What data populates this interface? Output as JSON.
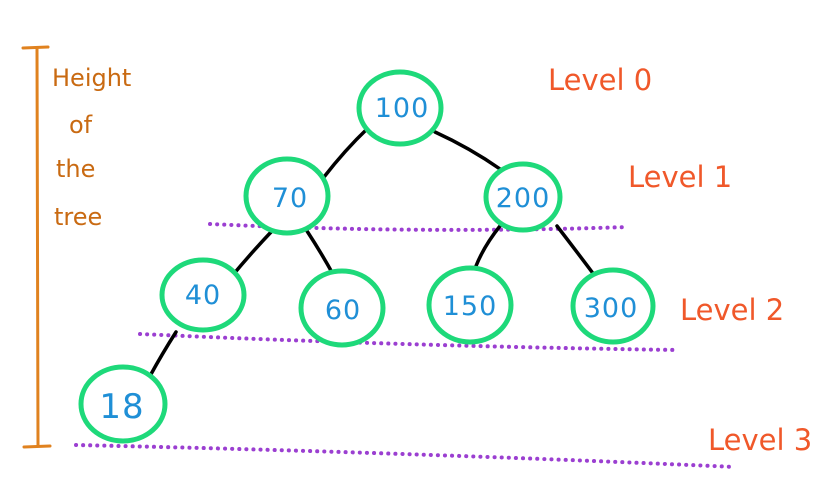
{
  "colors": {
    "node_stroke": "#1ed97a",
    "node_text": "#1f8fd6",
    "edge": "#000000",
    "level_text": "#f0582a",
    "height_text": "#c96a12",
    "height_bar": "#e0821f",
    "dotted_line": "#9b3fd1"
  },
  "height_label": {
    "lines": [
      "Height",
      "of",
      "the",
      "tree"
    ]
  },
  "levels": {
    "l0": "Level 0",
    "l1": "Level 1",
    "l2": "Level 2",
    "l3": "Level 3"
  },
  "nodes": {
    "n100": "100",
    "n70": "70",
    "n200": "200",
    "n40": "40",
    "n60": "60",
    "n150": "150",
    "n300": "300",
    "n18": "18"
  },
  "edges": [
    [
      "100",
      "70"
    ],
    [
      "100",
      "200"
    ],
    [
      "70",
      "40"
    ],
    [
      "70",
      "60"
    ],
    [
      "200",
      "150"
    ],
    [
      "200",
      "300"
    ],
    [
      "40",
      "18"
    ]
  ]
}
